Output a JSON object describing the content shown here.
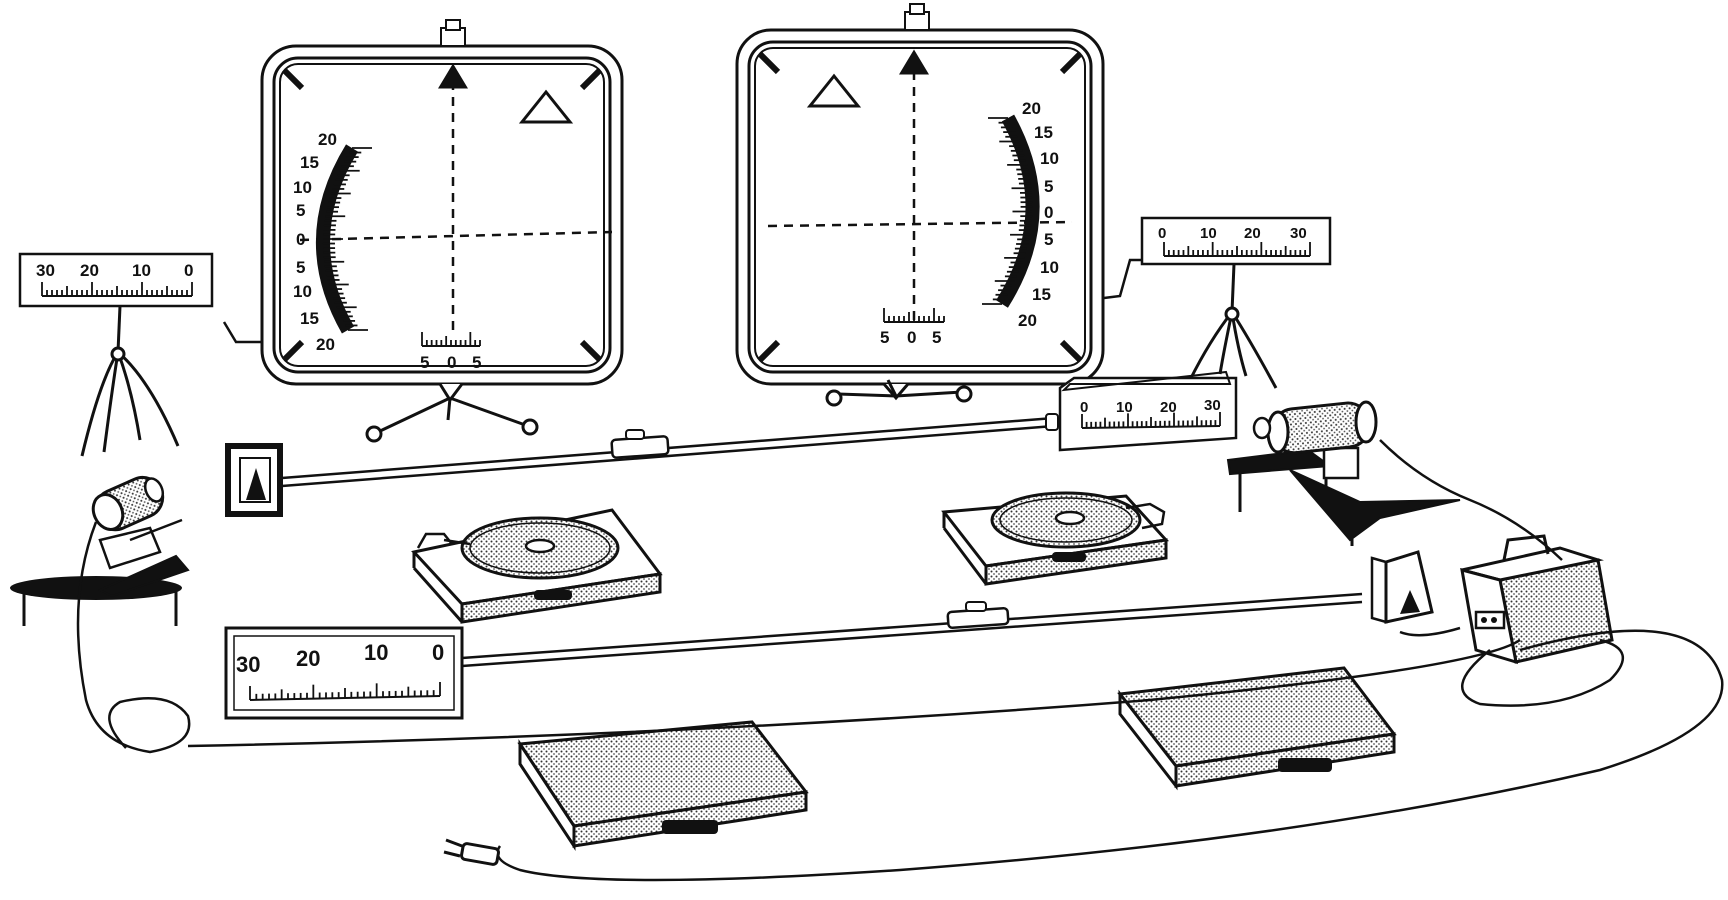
{
  "colors": {
    "ink": "#111111",
    "paper": "#ffffff",
    "stipple": "#888888"
  },
  "icons": [
    "triangle-icon",
    "arrow-up-icon",
    "plug-icon"
  ],
  "left_screen": {
    "arc_labels": [
      "20",
      "15",
      "10",
      "5",
      "0",
      "5",
      "10",
      "15",
      "20"
    ],
    "bottom_labels": [
      "5",
      "0",
      "5"
    ]
  },
  "right_screen": {
    "arc_labels": [
      "20",
      "15",
      "10",
      "5",
      "0",
      "5",
      "10",
      "15",
      "20"
    ],
    "bottom_labels": [
      "5",
      "0",
      "5"
    ]
  },
  "ruler_top_left": {
    "labels": [
      "30",
      "20",
      "10",
      "0"
    ]
  },
  "ruler_top_right": {
    "labels": [
      "0",
      "10",
      "20",
      "30"
    ]
  },
  "ruler_block_right": {
    "labels": [
      "0",
      "10",
      "20",
      "30"
    ]
  },
  "ruler_bottom_left": {
    "labels": [
      "30",
      "20",
      "10",
      "0"
    ]
  }
}
